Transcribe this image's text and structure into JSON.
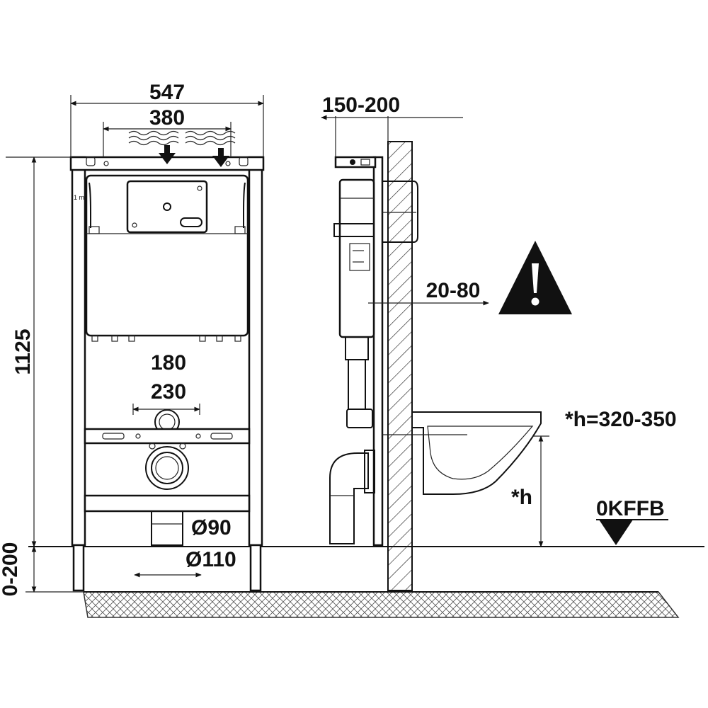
{
  "front_view": {
    "width_total": "547",
    "width_inner": "380",
    "height_total": "1125",
    "offset_180": "180",
    "offset_230": "230",
    "pipe_d90": "Ø90",
    "pipe_d110": "Ø110",
    "foot_adjust": "0-200"
  },
  "side_view": {
    "wall_distance": "150-200",
    "wall_offset": "20-80",
    "height_marker": "*h",
    "height_range": "*h=320-350",
    "floor_level": "0KFFB"
  },
  "icons": [
    "warning-triangle-icon",
    "floor-level-marker-icon",
    "water-wave-icon",
    "down-arrow-icon"
  ]
}
